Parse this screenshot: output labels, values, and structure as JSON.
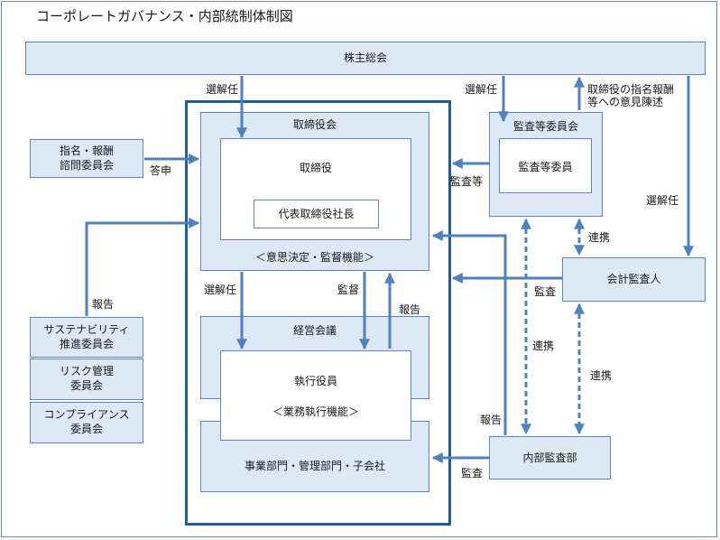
{
  "title": "コーポレートガバナンス・内部統制体制図",
  "colors": {
    "box_fill": "#dce8f5",
    "box_border": "#5f86b8",
    "arrow": "#4f81bd",
    "frame": "#1f5c99"
  },
  "nodes": {
    "shareholders": "株主総会",
    "board": "取締役会",
    "directors": "取締役",
    "president": "代表取締役社長",
    "board_function": "＜意思決定・監督機能＞",
    "audit_committee": "監査等委員会",
    "audit_members": "監査等委員",
    "nomination_line1": "指名・報酬",
    "nomination_line2": "諮問委員会",
    "management_meeting": "経営会議",
    "officers": "執行役員",
    "officers_function": "＜業務執行機能＞",
    "departments": "事業部門・管理部門・子会社",
    "sustainability_line1": "サステナビリティ",
    "sustainability_line2": "推進委員会",
    "risk_line1": "リスク管理",
    "risk_line2": "委員会",
    "compliance_line1": "コンプライアンス",
    "compliance_line2": "委員会",
    "accounting_auditor": "会計監査人",
    "internal_audit": "内部監査部"
  },
  "labels": {
    "elect_board": "選解任",
    "elect_audit": "選解任",
    "opinion_line1": "取締役の指名報酬",
    "opinion_line2": "等への意見陳述",
    "elect_auditor": "選解任",
    "report_answer": "答申",
    "audit_etc": "監査等",
    "cooperation_audit_auditor": "連携",
    "report_committees": "報告",
    "audit_by_auditor": "監査",
    "elect_officers": "選解任",
    "supervise": "監督",
    "report_officers": "報告",
    "cooperation_internal": "連携",
    "cooperation_internal_auditor": "連携",
    "report_internal": "報告",
    "audit_internal": "監査"
  }
}
